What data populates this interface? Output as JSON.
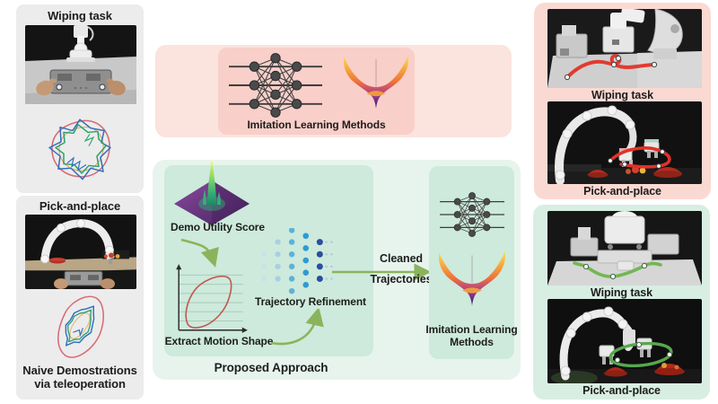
{
  "figure": {
    "left": {
      "wiping_title": "Wiping task",
      "pick_title": "Pick-and-place",
      "caption_line1": "Naive Demostrations",
      "caption_line2": "via teleoperation"
    },
    "imitation_top": {
      "label": "Imitation Learning Methods"
    },
    "proposed": {
      "panel_label": "Proposed Approach",
      "demo_utility_label": "Demo Utility Score",
      "extract_label": "Extract Motion Shape",
      "refinement_label": "Trajectory Refinement",
      "cleaned_line1": "Cleaned",
      "cleaned_line2": "Trajectories"
    },
    "imitation_right": {
      "line1": "Imitation Learning",
      "line2": "Methods"
    },
    "results_naive": {
      "wiping_label": "Wiping task",
      "pick_label": "Pick-and-place"
    },
    "results_refined": {
      "wiping_label": "Wiping task",
      "pick_label": "Pick-and-place"
    },
    "icons": [
      "neural-network-icon",
      "loss-surface-icon",
      "utility-peak-surface-icon",
      "refinement-dots-icon",
      "motion-shape-plot-icon",
      "curved-arrow-icon",
      "straight-arrow-icon"
    ],
    "colors": {
      "pink_outer": "#fbe3de",
      "pink_inner": "#f8cfc9",
      "pink_results_panel": "#fbd9d3",
      "green_outer": "#e7f4ed",
      "green_inner": "#cdeadc",
      "green_results_panel": "#d8eee3",
      "grey_panel": "#ececec",
      "arrow_green": "#8ab45c",
      "trajectory_red": "#e23127",
      "trajectory_green": "#63ad52"
    }
  }
}
